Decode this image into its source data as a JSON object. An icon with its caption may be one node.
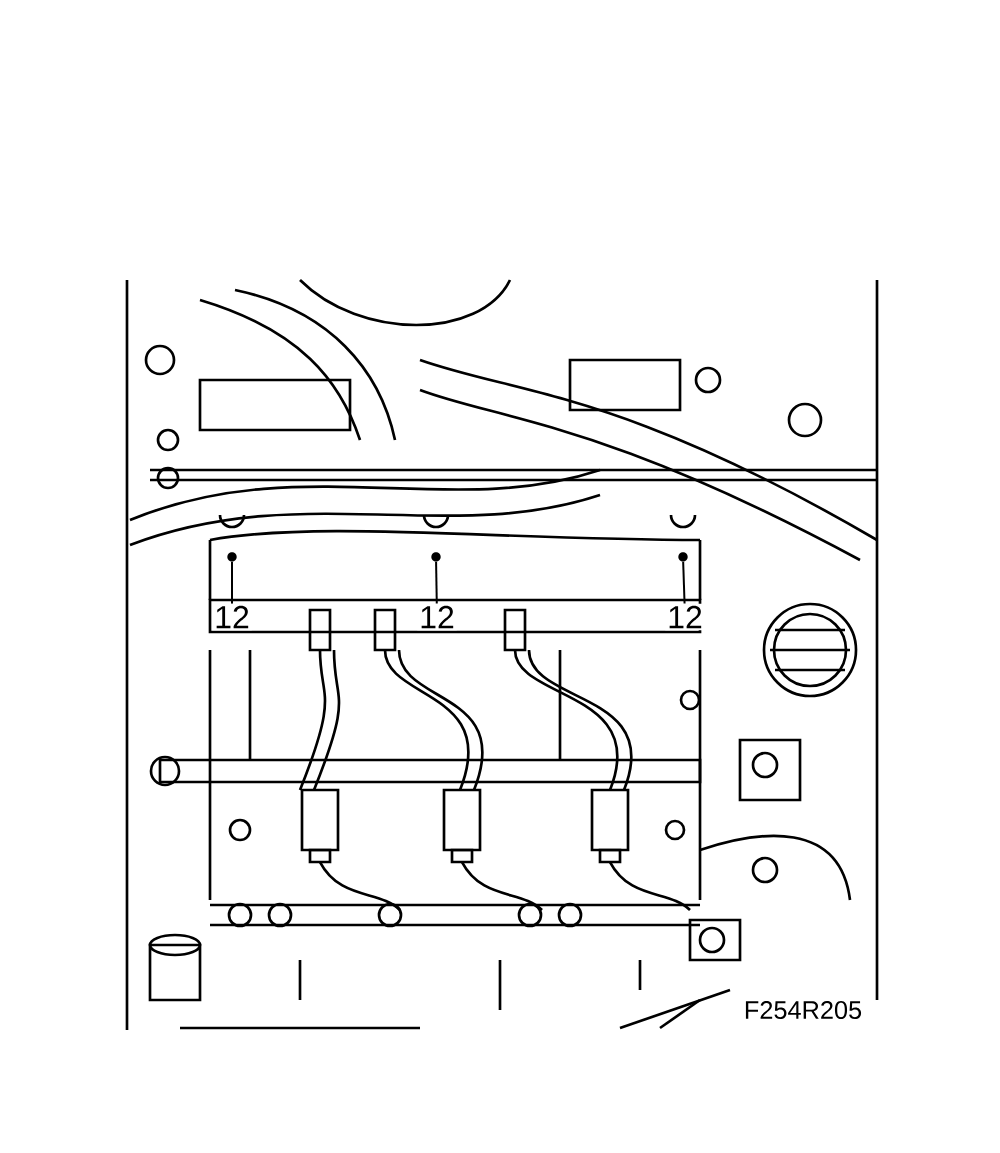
{
  "diagram": {
    "nodes": [
      {
        "text": [
          "12"
        ]
      },
      {
        "text": [
          "12"
        ]
      },
      {
        "text": [
          "12"
        ]
      },
      {
        "text": [],
        "shape": "circle"
      },
      {
        "text": [],
        "shape": "circle"
      },
      {
        "text": [],
        "shape": "circle"
      }
    ],
    "edges": [
      {
        "from": 0,
        "to": 3,
        "arrow": "none"
      },
      {
        "from": 1,
        "to": 4,
        "arrow": "none"
      },
      {
        "from": 2,
        "to": 5,
        "arrow": "none"
      }
    ],
    "labels": [
      "F254R205"
    ]
  }
}
